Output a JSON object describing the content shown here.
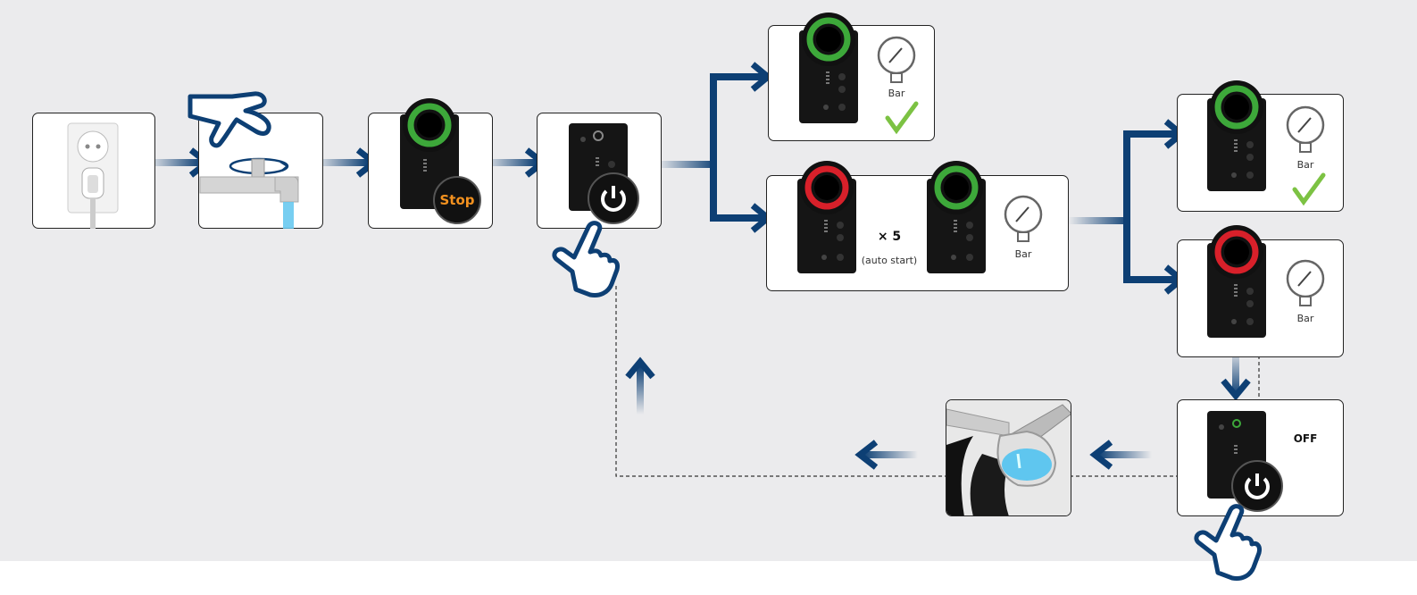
{
  "labels": {
    "stop": "Stop",
    "bar": "Bar",
    "repeat": "× 5",
    "auto_start": "(auto start)",
    "off": "OFF"
  },
  "colors": {
    "arrow": "#0d3f74",
    "ring_green": "#3da83a",
    "ring_red": "#d8202a",
    "stop_text": "#f2911f",
    "check": "#7cc243",
    "water": "#5fc6ef"
  },
  "icons": [
    "power-plug-icon",
    "hand-icon",
    "faucet-icon",
    "pump-control-icon",
    "power-button-icon",
    "pointing-hand-icon",
    "pressure-gauge-icon",
    "checkmark-icon",
    "cleaning-icon"
  ]
}
